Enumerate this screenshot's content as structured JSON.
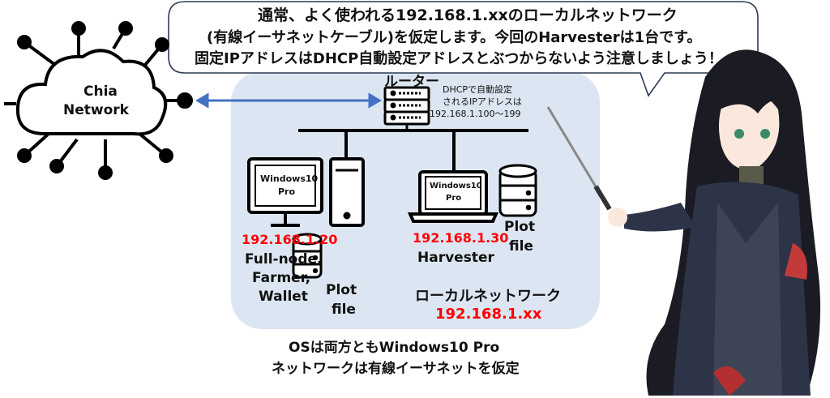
{
  "speech": {
    "line1": "通常、よく使われる192.168.1.xxのローカルネットワーク",
    "line2": "(有線イーサネットケーブル)を仮定します。今回のHarvesterは1台です。",
    "line3": "固定IPアドレスはDHCP自動設定アドレスとぶつからないよう注意しましょう！"
  },
  "cloud": {
    "line1": "Chia",
    "line2": "Network"
  },
  "router": {
    "title": "ルーター",
    "note1": "DHCPで自動設定",
    "note2": "されるIPアドレスは",
    "note3": "192.168.1.100～199"
  },
  "fullnode": {
    "screen1": "Windows10",
    "screen2": "Pro",
    "ip": "192.168.1.20",
    "role1": "Full-node,",
    "role2": "Farmer,",
    "role3": "Wallet",
    "plot1": "Plot",
    "plot2": "file"
  },
  "harvester": {
    "screen1": "Windows10",
    "screen2": "Pro",
    "ip": "192.168.1.30",
    "role": "Harvester",
    "plot1": "Plot",
    "plot2": "file"
  },
  "lan": {
    "label": "ローカルネットワーク",
    "subnet": "192.168.1.xx"
  },
  "footer": {
    "line1": "OSは両方ともWindows10 Pro",
    "line2": "ネットワークは有線イーサネットを仮定"
  },
  "colors": {
    "lan_bg": "#dce6f2",
    "link_arrow": "#4472c4",
    "ip_red": "#ff0000",
    "outline": "#000000"
  },
  "icons": [
    "cloud-icon",
    "router-icon",
    "monitor-icon",
    "tower-pc-icon",
    "database-icon",
    "laptop-icon",
    "pointer-stick-icon"
  ]
}
